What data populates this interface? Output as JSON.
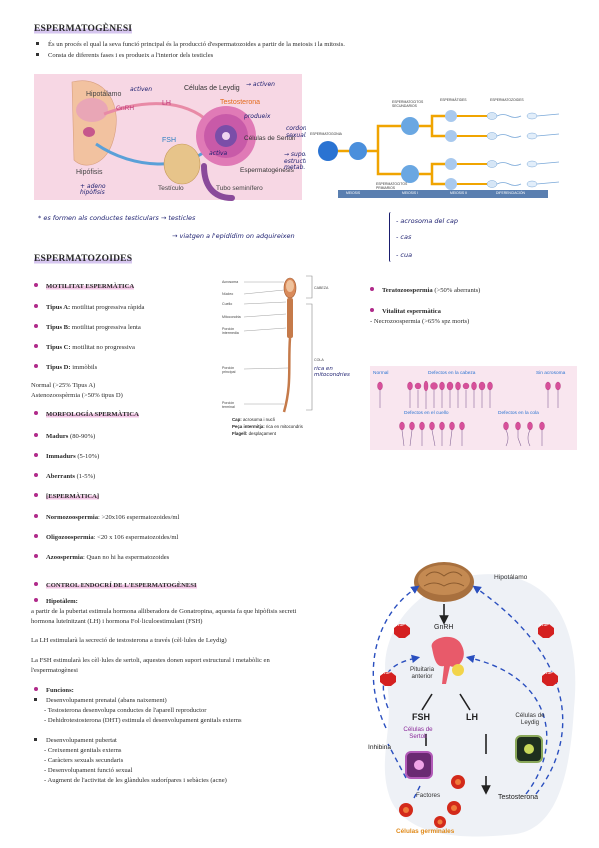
{
  "section1": {
    "title": "ESPERMATOGÈNESI",
    "bullets": [
      "És un procés el qual la seva funció principal és la producció d'espermatozoides a partir de la meiosis i la mitosis.",
      "Consta de diferents fases i es produeix a l'interior dels testicles"
    ]
  },
  "hormone_diagram": {
    "labels": {
      "hipotalamo": "Hipotálamo",
      "gnrh": "GnRH",
      "lh": "LH",
      "fsh": "FSH",
      "leydig": "Células de Leydig",
      "testosterona": "Testosterona",
      "sertoli": "Células de Sertoli",
      "espermatogenesis": "Espermatogénesis",
      "hipofisis": "Hipófisis",
      "testiculo": "Testículo",
      "tubo": "Tubo seminífero"
    },
    "handwritten": {
      "activen": "activen",
      "activa": "→ activen",
      "produeix": "produeix",
      "activa2": "activa",
      "adeno": "+ adeno hipòfisis",
      "cordons": "cordons sexuals soris",
      "suport": "→ suport estructura i metab."
    }
  },
  "spermatogenesis_tree": {
    "stages": [
      "ESPERMATOGONIA",
      "ESPERMATOCITOS PRIMARIOS",
      "ESPERMATOCITOS SECUNDARIOS",
      "ESPERMÁTIDES",
      "ESPERMATOZOIDES"
    ],
    "bottom_bar": [
      "MEIOSIS",
      "MEIOSIS I",
      "MEIOSIS II",
      "DIFERENCIACIÓN"
    ]
  },
  "handwritten_note": {
    "line1": "* es formen als conductes testiculars → testicles",
    "line2": "→ viatgen a l'epidídim on adquireixen",
    "items": [
      "- acrosoma del cap",
      "- cas",
      "- cua"
    ]
  },
  "section2": {
    "title": "ESPERMATOZOIDES",
    "motilitat_title": "MOTILITAT ESPERMÀTICA",
    "motilitat": [
      {
        "label": "Tipus A:",
        "text": " motilitat progressiva ràpida"
      },
      {
        "label": "Tipus B:",
        "text": " motilitat progressiva lenta"
      },
      {
        "label": "Tipus C:",
        "text": " motilitat no progressiva"
      },
      {
        "label": "Tipus D:",
        "text": " immòbils"
      }
    ],
    "normal_line": "Normal (>25% Tipus A)",
    "asteno_line": "Astenozoospèrmia (>50% tipus D)",
    "morfologia_title": "MORFOLOGÍA SPERMÀTICA",
    "morfologia": [
      {
        "label": "Madurs",
        "text": " (80-90%)"
      },
      {
        "label": "Immadurs",
        "text": " (5-10%)"
      },
      {
        "label": "Aberrants",
        "text": " (1-5%)"
      }
    ],
    "concentracio_title": "[ESPERMÀTICA]",
    "concentracio": [
      {
        "label": "Normozoospermia",
        "text": ": >20x106 espermatozoides/ml"
      },
      {
        "label": "Oligozoospermia",
        "text": ": <20 x 106 espermatozoides/ml"
      },
      {
        "label": "Azoospermia",
        "text": ": Quan no hi ha espermatozoides"
      }
    ],
    "terato": {
      "label": "Teratozoospermia",
      "text": " (>50% aberrants)"
    },
    "vitalitat_title": "Vitalitat espermàtica",
    "necro": "- Necrozoospermia (>65% spz morts)"
  },
  "sperm_anatomy": {
    "labels": [
      "Acrosoma",
      "Núcleo",
      "Cuello",
      "Mitocondria",
      "Porción intermedia",
      "Porción principal",
      "Porción terminal"
    ],
    "cabeza": "CABEZA",
    "cola": "COLA",
    "handwritten": "rica en mitocondries",
    "caption": [
      {
        "label": "Cap:",
        "text": " acrosoma i nucli"
      },
      {
        "label": "Peça intermitja:",
        "text": " rica en mitocondris"
      },
      {
        "label": "Flagell:",
        "text": " desplaçament"
      }
    ]
  },
  "defects_panel": {
    "normal": "Normal",
    "cabeza": "Defectos en la cabeza",
    "acrosoma": "Sin acrosoma",
    "cuello": "Defectos en el cuello",
    "cola": "Defectos en la cola"
  },
  "section3": {
    "title": "CONTROL ENDOCRÍ DE L'ESPERMATOGÈNESI",
    "hipotalem_title": "Hipotàlem:",
    "hipotalem_text": [
      "a partir de la pubertat estimula hormona alliberadora de Gonatropina, aquesta fa que hipòfisis secreti",
      "hormona luteïnitzant (LH) i hormona Fol·liculoestimulant (FSH)"
    ],
    "lh_text": "La LH estimularà la secreció de testosterona a través (cèl·lules de Leydig)",
    "fsh_text": [
      "La FSH estimularà les cèl·lules de sertoli, aquestes donen suport estructural i metabòlic en",
      "l'espermatogènesi"
    ],
    "funcions_title": "Funcions:",
    "prenatal": "Desenvolupament prenatal (abans naixement)",
    "prenatal_items": [
      "- Testosterona desenvolupa conductes de l'aparell reproductor",
      "- Dehidrotestosterona (DHT) estimula el desenvolupament genitals externs"
    ],
    "pubertat": "Desenvolupament pubertat",
    "pubertat_items": [
      "- Creixement genitals externs",
      "- Caràcters sexuals secundaris",
      "- Desenvolupament funció sexual",
      "- Augment de l'activitat de les glàndules sudorípares i sebàcies (acne)"
    ]
  },
  "endocrine_diagram": {
    "hipotalamo": "Hipotálamo",
    "gnrh": "GnRH",
    "pituitaria": "Pituitaria anterior",
    "fsh": "FSH",
    "lh": "LH",
    "sertoli": "Células de Sertoli",
    "leydig": "Células de Leydig",
    "inhibina": "Inhibina",
    "factores": "Factores",
    "testosterona": "Testosterona",
    "germinales": "Células germinales",
    "stop": "STOP"
  }
}
